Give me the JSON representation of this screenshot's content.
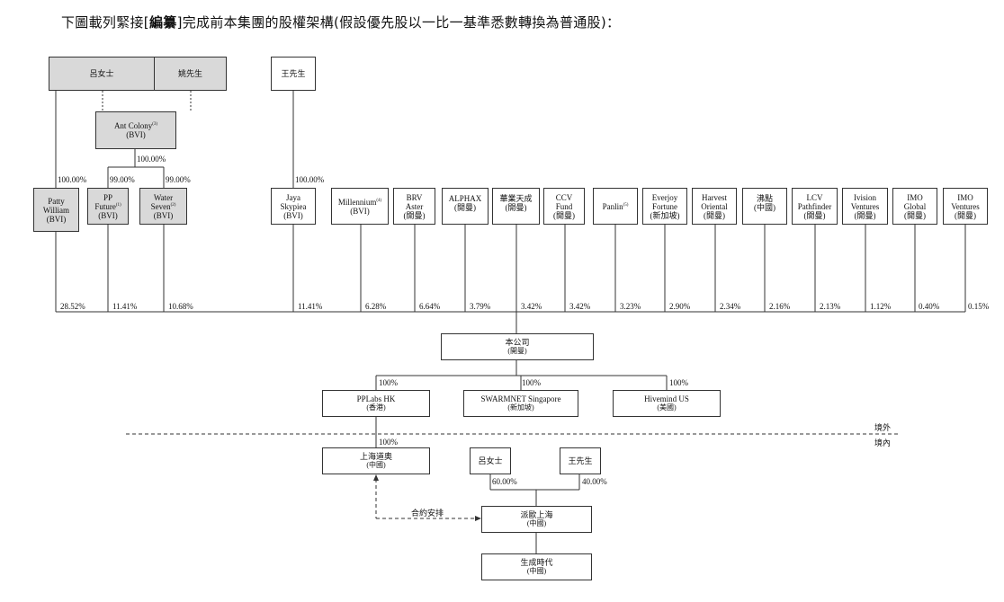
{
  "heading": {
    "pre": "下圖載列緊接[",
    "bold": "編纂",
    "post": "]完成前本集團的股權架構(假設優先股以一比一基準悉數轉換為普通股)："
  },
  "nodes": {
    "lv": {
      "l1": "呂女士"
    },
    "yao": {
      "l1": "姚先生"
    },
    "wang": {
      "l1": "王先生"
    },
    "antcolony": {
      "l1": "Ant Colony",
      "sup": "(3)",
      "l2": "(BVI)"
    },
    "patty": {
      "l1": "Patty",
      "l1b": "William",
      "l2": "(BVI)"
    },
    "ppfuture": {
      "l1": "PP",
      "l1b": "Future",
      "sup": "(1)",
      "l2": "(BVI)"
    },
    "water": {
      "l1": "Water",
      "l1b": "Seven",
      "sup": "(2)",
      "l2": "(BVI)"
    },
    "jaya": {
      "l1": "Jaya",
      "l1b": "Skypiea",
      "l2": "(BVI)"
    },
    "millennium": {
      "l1": "Millennium",
      "sup": "(4)",
      "l2": "(BVI)"
    },
    "brv": {
      "l1": "BRV",
      "l1b": "Aster",
      "l2": "(開曼)"
    },
    "alphax": {
      "l1": "ALPHAX",
      "l2": "(開曼)"
    },
    "huaye": {
      "l1": "華業天成",
      "l2": "(開曼)"
    },
    "ccv": {
      "l1": "CCV",
      "l1b": "Fund",
      "l2": "(開曼)"
    },
    "panlin": {
      "l1": "Panlin",
      "sup": "(5)"
    },
    "everjoy": {
      "l1": "Everjoy",
      "l1b": "Fortune",
      "l2": "(新加坡)"
    },
    "harvest": {
      "l1": "Harvest",
      "l1b": "Oriental",
      "l2": "(開曼)"
    },
    "feidian": {
      "l1": "沸點",
      "l2": "(中國)"
    },
    "lcv": {
      "l1": "LCV",
      "l1b": "Pathfinder",
      "l2": "(開曼)"
    },
    "ivision": {
      "l1": "Ivision",
      "l1b": "Ventures",
      "l2": "(開曼)"
    },
    "imoglobal": {
      "l1": "IMO",
      "l1b": "Global",
      "l2": "(開曼)"
    },
    "imoventures": {
      "l1": "IMO",
      "l1b": "Ventures",
      "l2": "(開曼)"
    },
    "company": {
      "l1": "本公司",
      "l2": "(開曼)"
    },
    "pplabs": {
      "l1": "PPLabs HK",
      "l2": "(香港)"
    },
    "swarmnet": {
      "l1": "SWARMNET Singapore",
      "l2": "(新加坡)"
    },
    "hivemind": {
      "l1": "Hivemind US",
      "l2": "(美國)"
    },
    "shanghai": {
      "l1": "上海道奥",
      "l2": "(中國)"
    },
    "lv2": {
      "l1": "呂女士"
    },
    "wang2": {
      "l1": "王先生"
    },
    "paiou": {
      "l1": "派歐上海",
      "l2": "(中國)"
    },
    "shengcheng": {
      "l1": "生成時代",
      "l2": "(中國)"
    }
  },
  "pcts": {
    "ant_patty": "100.00%",
    "ant_sub": "100.00%",
    "ant_pp": "99.00%",
    "ant_water": "99.00%",
    "wang_jaya": "100.00%",
    "patty": "28.52%",
    "ppfuture": "11.41%",
    "water": "10.68%",
    "jaya": "11.41%",
    "millennium": "6.28%",
    "brv": "6.64%",
    "alphax": "3.79%",
    "huaye": "3.42%",
    "ccv": "3.42%",
    "panlin": "3.23%",
    "everjoy": "2.90%",
    "harvest": "2.34%",
    "feidian": "2.16%",
    "lcv": "2.13%",
    "ivision": "1.12%",
    "imoglobal": "0.40%",
    "imoventures": "0.15%",
    "pplabs": "100%",
    "swarmnet": "100%",
    "hivemind": "100%",
    "shanghai": "100%",
    "lv2": "60.00%",
    "wang2": "40.00%"
  },
  "labels": {
    "offshore": "境外",
    "onshore": "境內",
    "contract": "合約安排"
  }
}
